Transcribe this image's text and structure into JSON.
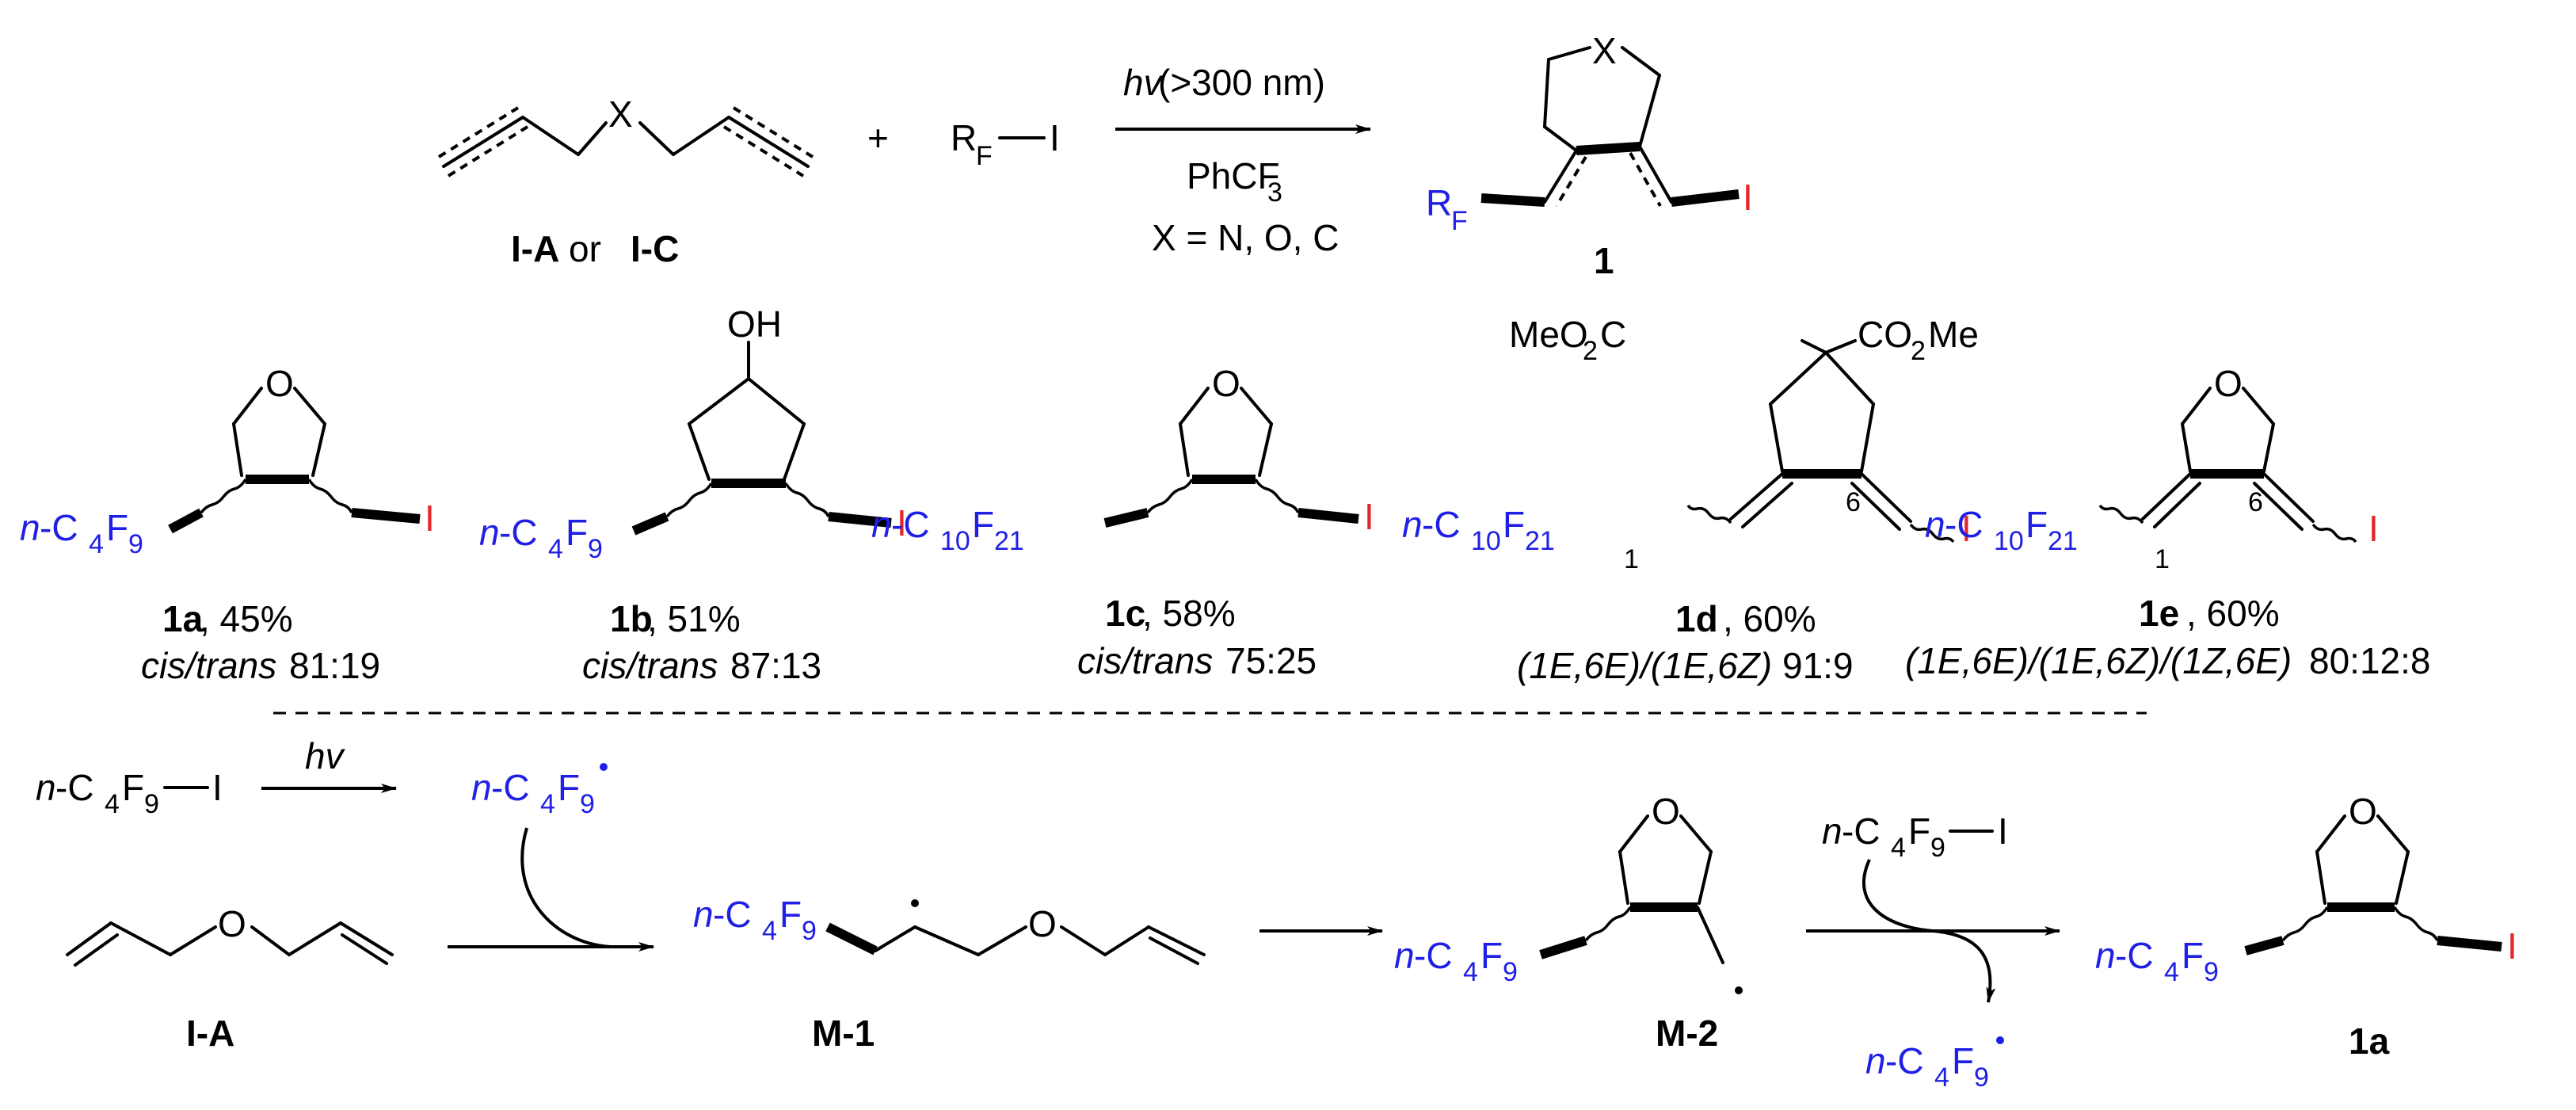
{
  "top": {
    "reactant_label_1": "I-A",
    "reactant_label_or": " or ",
    "reactant_label_2": "I-C",
    "x_atom": "X",
    "plus": "+",
    "rf_main": "R",
    "rf_sub": "F",
    "iodine": "I",
    "cond_hv": "hv",
    "cond_wavelength": " (>300 nm)",
    "cond_solvent_main": "PhCF",
    "cond_solvent_sub": "3",
    "cond_x": "X = N, O, C",
    "product_label": "1"
  },
  "products": [
    {
      "name": "1a",
      "rf_prefix": "n",
      "rf_main": "-C",
      "rf_sub1": "4",
      "rf_main2": "F",
      "rf_sub2": "9",
      "yield": ", 45%",
      "ratio_label": "cis/trans",
      "ratio_value": " 81:19",
      "ring_atom": "O"
    },
    {
      "name": "1b",
      "rf_prefix": "n",
      "rf_main": "-C",
      "rf_sub1": "4",
      "rf_main2": "F",
      "rf_sub2": "9",
      "yield": ", 51%",
      "ratio_label": "cis/trans",
      "ratio_value": " 87:13",
      "ring_atom": "OH"
    },
    {
      "name": "1c",
      "rf_prefix": "n",
      "rf_main": "-C",
      "rf_sub1": "10",
      "rf_main2": "F",
      "rf_sub2": "21",
      "yield": ", 58%",
      "ratio_label": "cis/trans",
      "ratio_value": " 75:25",
      "ring_atom": "O"
    },
    {
      "name": "1d",
      "rf_prefix": "n",
      "rf_main": "-C",
      "rf_sub1": "10",
      "rf_main2": "F",
      "rf_sub2": "21",
      "yield": ", 60%",
      "ratio_label": "(1E,6E)/(1E,6Z)",
      "ratio_value": " 91:9",
      "ester_left_main": "MeO",
      "ester_left_sub": "2",
      "ester_left_end": "C",
      "ester_right_main": "CO",
      "ester_right_sub": "2",
      "ester_right_end": "Me",
      "pos1": "1",
      "pos6": "6"
    },
    {
      "name": "1e",
      "rf_prefix": "n",
      "rf_main": "-C",
      "rf_sub1": "10",
      "rf_main2": "F",
      "rf_sub2": "21",
      "yield": ", 60%",
      "ratio_label": "(1E,6E)/(1E,6Z)/(1Z,6E)",
      "ratio_value": " 80:12:8",
      "ring_atom": "O",
      "pos1": "1",
      "pos6": "6"
    }
  ],
  "mechanism": {
    "init_prefix": "n",
    "init_main": "-C",
    "init_sub1": "4",
    "init_main2": "F",
    "init_sub2": "9",
    "init_iodine": "I",
    "init_hv": "hv",
    "radical_prefix": "n",
    "radical_main": "-C",
    "radical_sub1": "4",
    "radical_main2": "F",
    "radical_sub2": "9",
    "ether_o": "O",
    "substrate_label": "I-A",
    "m1_label": "M-1",
    "m2_label": "M-2",
    "transfer_prefix": "n",
    "transfer_main": "-C",
    "transfer_sub1": "4",
    "transfer_main2": "F",
    "transfer_sub2": "9",
    "transfer_iodine": "I",
    "final_label": "1a"
  }
}
